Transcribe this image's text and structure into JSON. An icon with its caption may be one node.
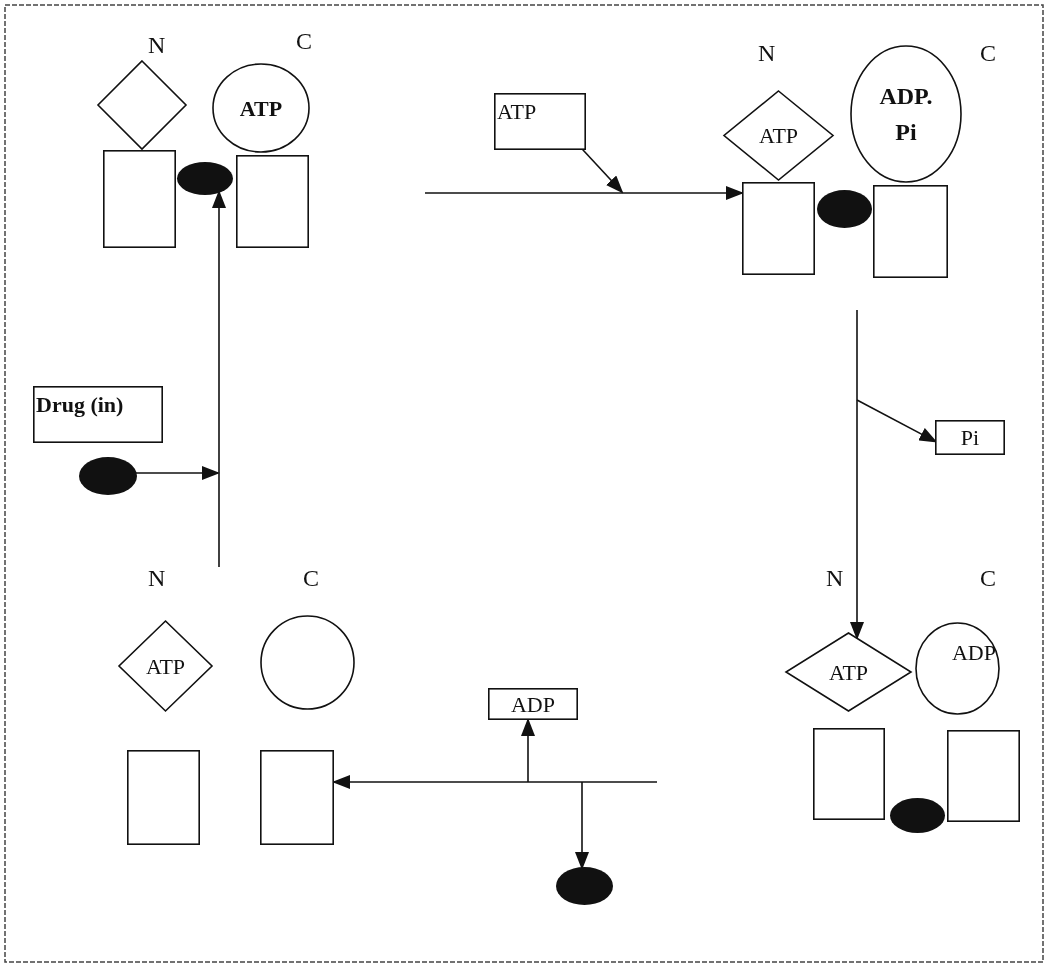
{
  "diagram": {
    "nodes": [
      {
        "text": [],
        "shape": "diamond"
      },
      {
        "text": [
          "ATP"
        ]
      },
      {
        "text": [],
        "shape": "box"
      },
      {
        "text": [],
        "shape": "oval"
      },
      {
        "text": [],
        "shape": "box"
      },
      {
        "text": [
          "ATP"
        ]
      },
      {
        "text": [
          "ATP"
        ]
      },
      {
        "text": [
          "ADP. Pi"
        ]
      },
      {
        "text": [],
        "shape": "box"
      },
      {
        "text": [],
        "shape": "oval"
      },
      {
        "text": [],
        "shape": "box"
      },
      {
        "text": [
          "Drug (in)"
        ]
      },
      {
        "text": [],
        "shape": "oval"
      },
      {
        "text": [
          "Pi"
        ]
      },
      {
        "text": [
          "ATP"
        ]
      },
      {
        "text": [],
        "shape": "circle"
      },
      {
        "text": [],
        "shape": "box"
      },
      {
        "text": [],
        "shape": "box"
      },
      {
        "text": [
          "ADP"
        ]
      },
      {
        "text": [
          "ATP"
        ]
      },
      {
        "text": [
          "ADP"
        ]
      },
      {
        "text": [],
        "shape": "box"
      },
      {
        "text": [],
        "shape": "box"
      },
      {
        "text": [],
        "shape": "oval"
      },
      {
        "text": [],
        "shape": "oval"
      }
    ],
    "edges": [
      {
        "from": null,
        "to": 8,
        "arrow": "to"
      },
      {
        "from": 5,
        "to": null,
        "arrow": "to"
      },
      {
        "from": null,
        "to": 19,
        "arrow": "to"
      },
      {
        "from": null,
        "to": 13,
        "arrow": "to"
      },
      {
        "from": null,
        "to": 17,
        "arrow": "to"
      },
      {
        "from": null,
        "to": 18,
        "arrow": "to"
      },
      {
        "from": null,
        "to": 24,
        "arrow": "to"
      },
      {
        "from": null,
        "to": 3,
        "arrow": "to"
      },
      {
        "from": 12,
        "to": null,
        "arrow": "to"
      }
    ],
    "labels": [
      "N",
      "C",
      "N",
      "C",
      "N",
      "C",
      "N",
      "C"
    ]
  }
}
